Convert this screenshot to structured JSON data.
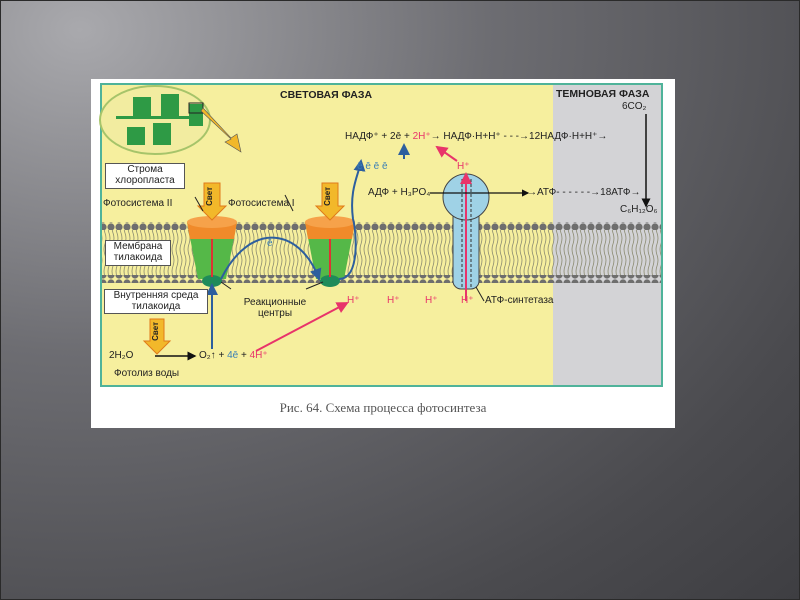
{
  "figure": {
    "light_phase_title": "СВЕТОВАЯ ФАЗА",
    "dark_phase_title": "ТЕМНОВАЯ ФАЗА",
    "co2": "6CO₂",
    "eq_nadp": "НАДФ⁺ + 2ē + ",
    "eq_2h": "2H⁺",
    "eq_nadph": "→ НАДФ·H+H⁺ - - -→12НАДФ·H+H⁺→",
    "electrons": "ē  ē  ē  ē",
    "h_plus_top": "H⁺",
    "eq_adp": "АДФ + H₃PO₄",
    "eq_atp": "→АТФ- - - - - -→18АТФ→",
    "glucose": "C₆H₁₂O₆",
    "stroma_label": "Строма хлоропласта",
    "photosystem2": "Фотосистема II",
    "photosystem1": "Фотосистема I",
    "light_label": "Свет",
    "membrane_label": "Мембрана тилакоида",
    "lumen_label": "Внутренняя среда тилакоида",
    "reaction_centers": "Реакционные центры",
    "h_plus": [
      "H⁺",
      "H⁺",
      "H⁺",
      "H⁺"
    ],
    "atp_synthase": "АТФ-синтетаза",
    "membrane_electron": "ē",
    "photolysis_eq_left": "2H₂O",
    "photolysis_eq_o2": "O₂↑ + ",
    "photolysis_eq_e": "4ē",
    "photolysis_eq_plus": " + ",
    "photolysis_eq_h": "4H⁺",
    "photolysis_label": "Фотолиз воды",
    "caption": "Рис. 64. Схема процесса фотосинтеза"
  },
  "colors": {
    "light_bg": "#f6ef9e",
    "dark_bg": "#d3d3d6",
    "electron": "#3a7fb6",
    "proton": "#e8346a"
  }
}
